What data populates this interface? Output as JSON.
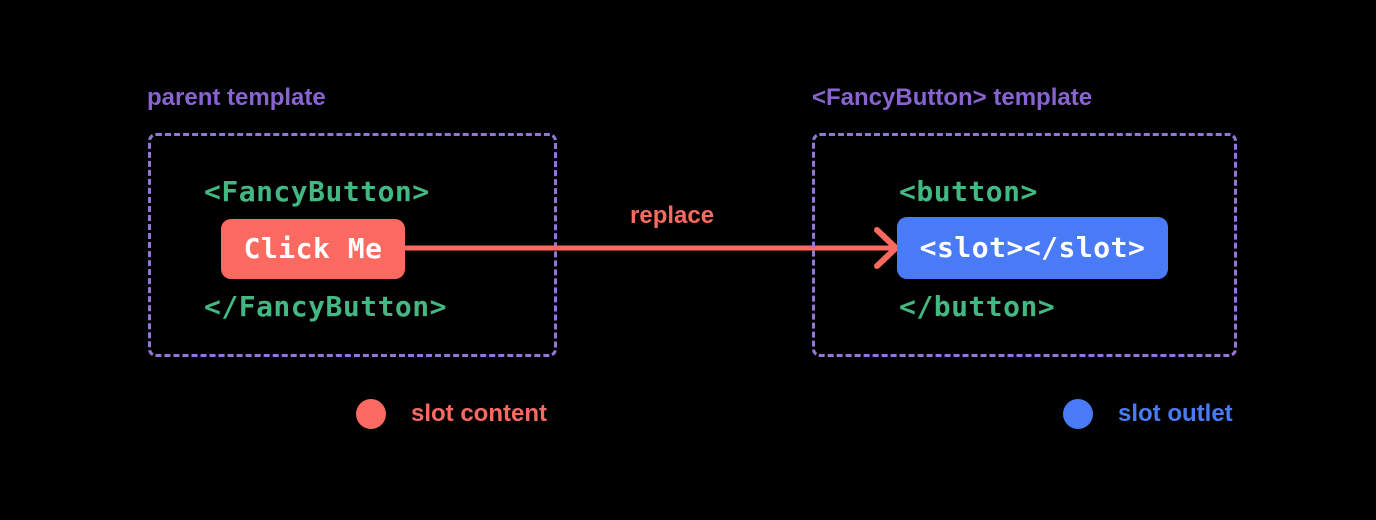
{
  "diagram": {
    "colors": {
      "purple": "#8a63d2",
      "purpleBorder": "#9277d8",
      "green": "#42b883",
      "red": "#fa6a61",
      "blue": "#4a7bf7",
      "white": "#ffffff",
      "bg": "#000000"
    },
    "left": {
      "title": "parent template",
      "open_tag": "<FancyButton>",
      "button_label": "Click Me",
      "close_tag": "</FancyButton>"
    },
    "arrow": {
      "label": "replace"
    },
    "right": {
      "title": "<FancyButton> template",
      "open_tag": "<button>",
      "button_label": "<slot></slot>",
      "close_tag": "</button>"
    },
    "legend": {
      "content": {
        "label": "slot content",
        "swatch_color": "#fa6a61"
      },
      "outlet": {
        "label": "slot outlet",
        "swatch_color": "#4a7bf7"
      }
    }
  }
}
